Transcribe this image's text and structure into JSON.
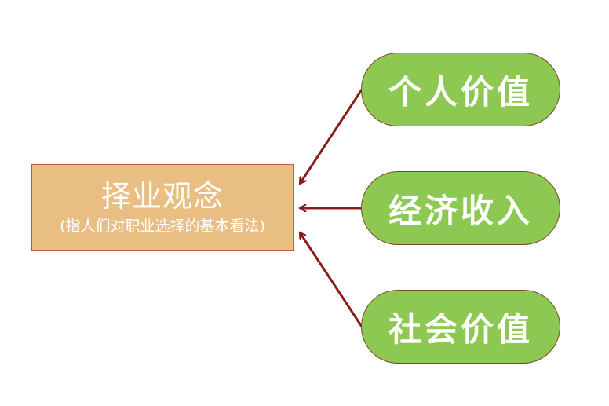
{
  "center": {
    "title": "择业观念",
    "subtitle": "(指人们对职业选择的基本看法)"
  },
  "factors": [
    {
      "label": "个人价值"
    },
    {
      "label": "经济收入"
    },
    {
      "label": "社会价值"
    }
  ],
  "colors": {
    "center_fill": "#e8be83",
    "center_border": "#b5603a",
    "pill_fill": "#8dc952",
    "pill_border": "#7a4b1e",
    "arrow": "#8b1a1a",
    "text": "#ffffff"
  }
}
